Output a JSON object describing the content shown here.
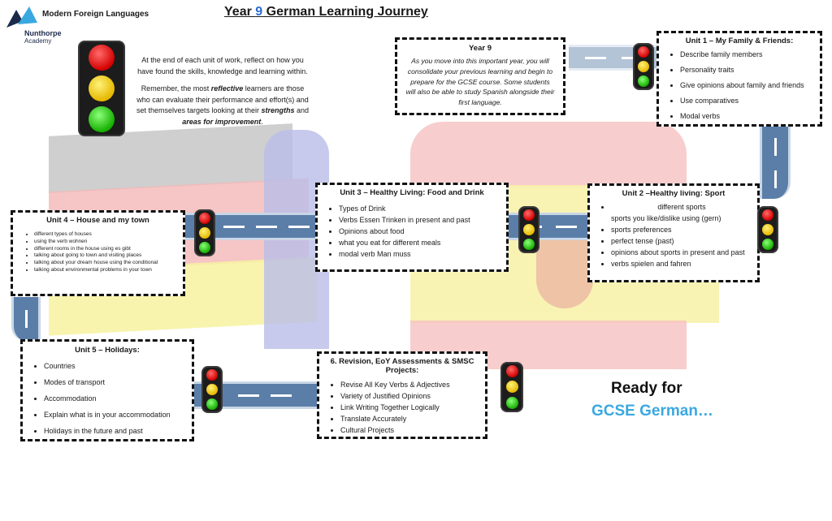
{
  "header": {
    "department": "Modern Foreign Languages",
    "school_name": "Nunthorpe",
    "school_sub": "Academy",
    "title_pre": "Year ",
    "title_num": "9",
    "title_post": " German Learning Journey"
  },
  "intro": {
    "para1": "At the end of each unit of work, reflect on how you have found the skills, knowledge and learning within.",
    "para2_a": "Remember, the most ",
    "para2_b": "reflective",
    "para2_c": " learners are those who can evaluate their performance and effort(s) and set themselves targets looking at their ",
    "para2_d": "strengths",
    "para2_e": " and ",
    "para2_f": "areas for improvement",
    "para2_g": "."
  },
  "year_box": {
    "title": "Year 9",
    "text": "As you move into this important year, you will consolidate your previous learning and begin to prepare for the GCSE course. Some students will also be able to study Spanish alongside their first language."
  },
  "unit1": {
    "title": "Unit 1 – My Family & Friends:",
    "items": [
      "Describe family members",
      "Personality traits",
      "Give opinions about family and friends",
      "Use comparatives",
      "Modal verbs"
    ]
  },
  "unit2": {
    "title": "Unit 2 –Healthy living: Sport",
    "items": [
      "different sports",
      "sports you like/dislike using (gern)",
      "sports preferences",
      "perfect tense (past)",
      "opinions about sports in present and past",
      "verbs spielen and fahren"
    ]
  },
  "unit3": {
    "title": "Unit 3 – Healthy Living: Food and Drink",
    "items": [
      "Types of Drink",
      "Verbs Essen Trinken in present and past",
      "Opinions about food",
      "what you eat for different meals",
      "modal verb Man muss"
    ]
  },
  "unit4": {
    "title": "Unit 4 – House and my town",
    "items": [
      "different types of houses",
      "using the verb wohnen",
      "different rooms in the house using es gibt",
      "talking about going to town and visiting places",
      "talking about your dream house using the conditional",
      "talking about environmental problems in your town"
    ]
  },
  "unit5": {
    "title": "Unit 5 – Holidays:",
    "items": [
      "Countries",
      "Modes of transport",
      "Accommodation",
      "Explain what is in your accommodation",
      "Holidays in the future and past"
    ]
  },
  "unit6": {
    "title": "6. Revision, EoY Assessments & SMSC Projects:",
    "items": [
      "Revise All Key Verbs & Adjectives",
      "Variety of Justified Opinions",
      "Link Writing Together Logically",
      "Translate Accurately",
      "Cultural Projects"
    ]
  },
  "ready": {
    "line1": "Ready for",
    "line2": "GCSE German…"
  },
  "colors": {
    "accent_blue": "#3aa8e0",
    "road": "#5a7ea8",
    "title_num": "#2b6cd4"
  }
}
